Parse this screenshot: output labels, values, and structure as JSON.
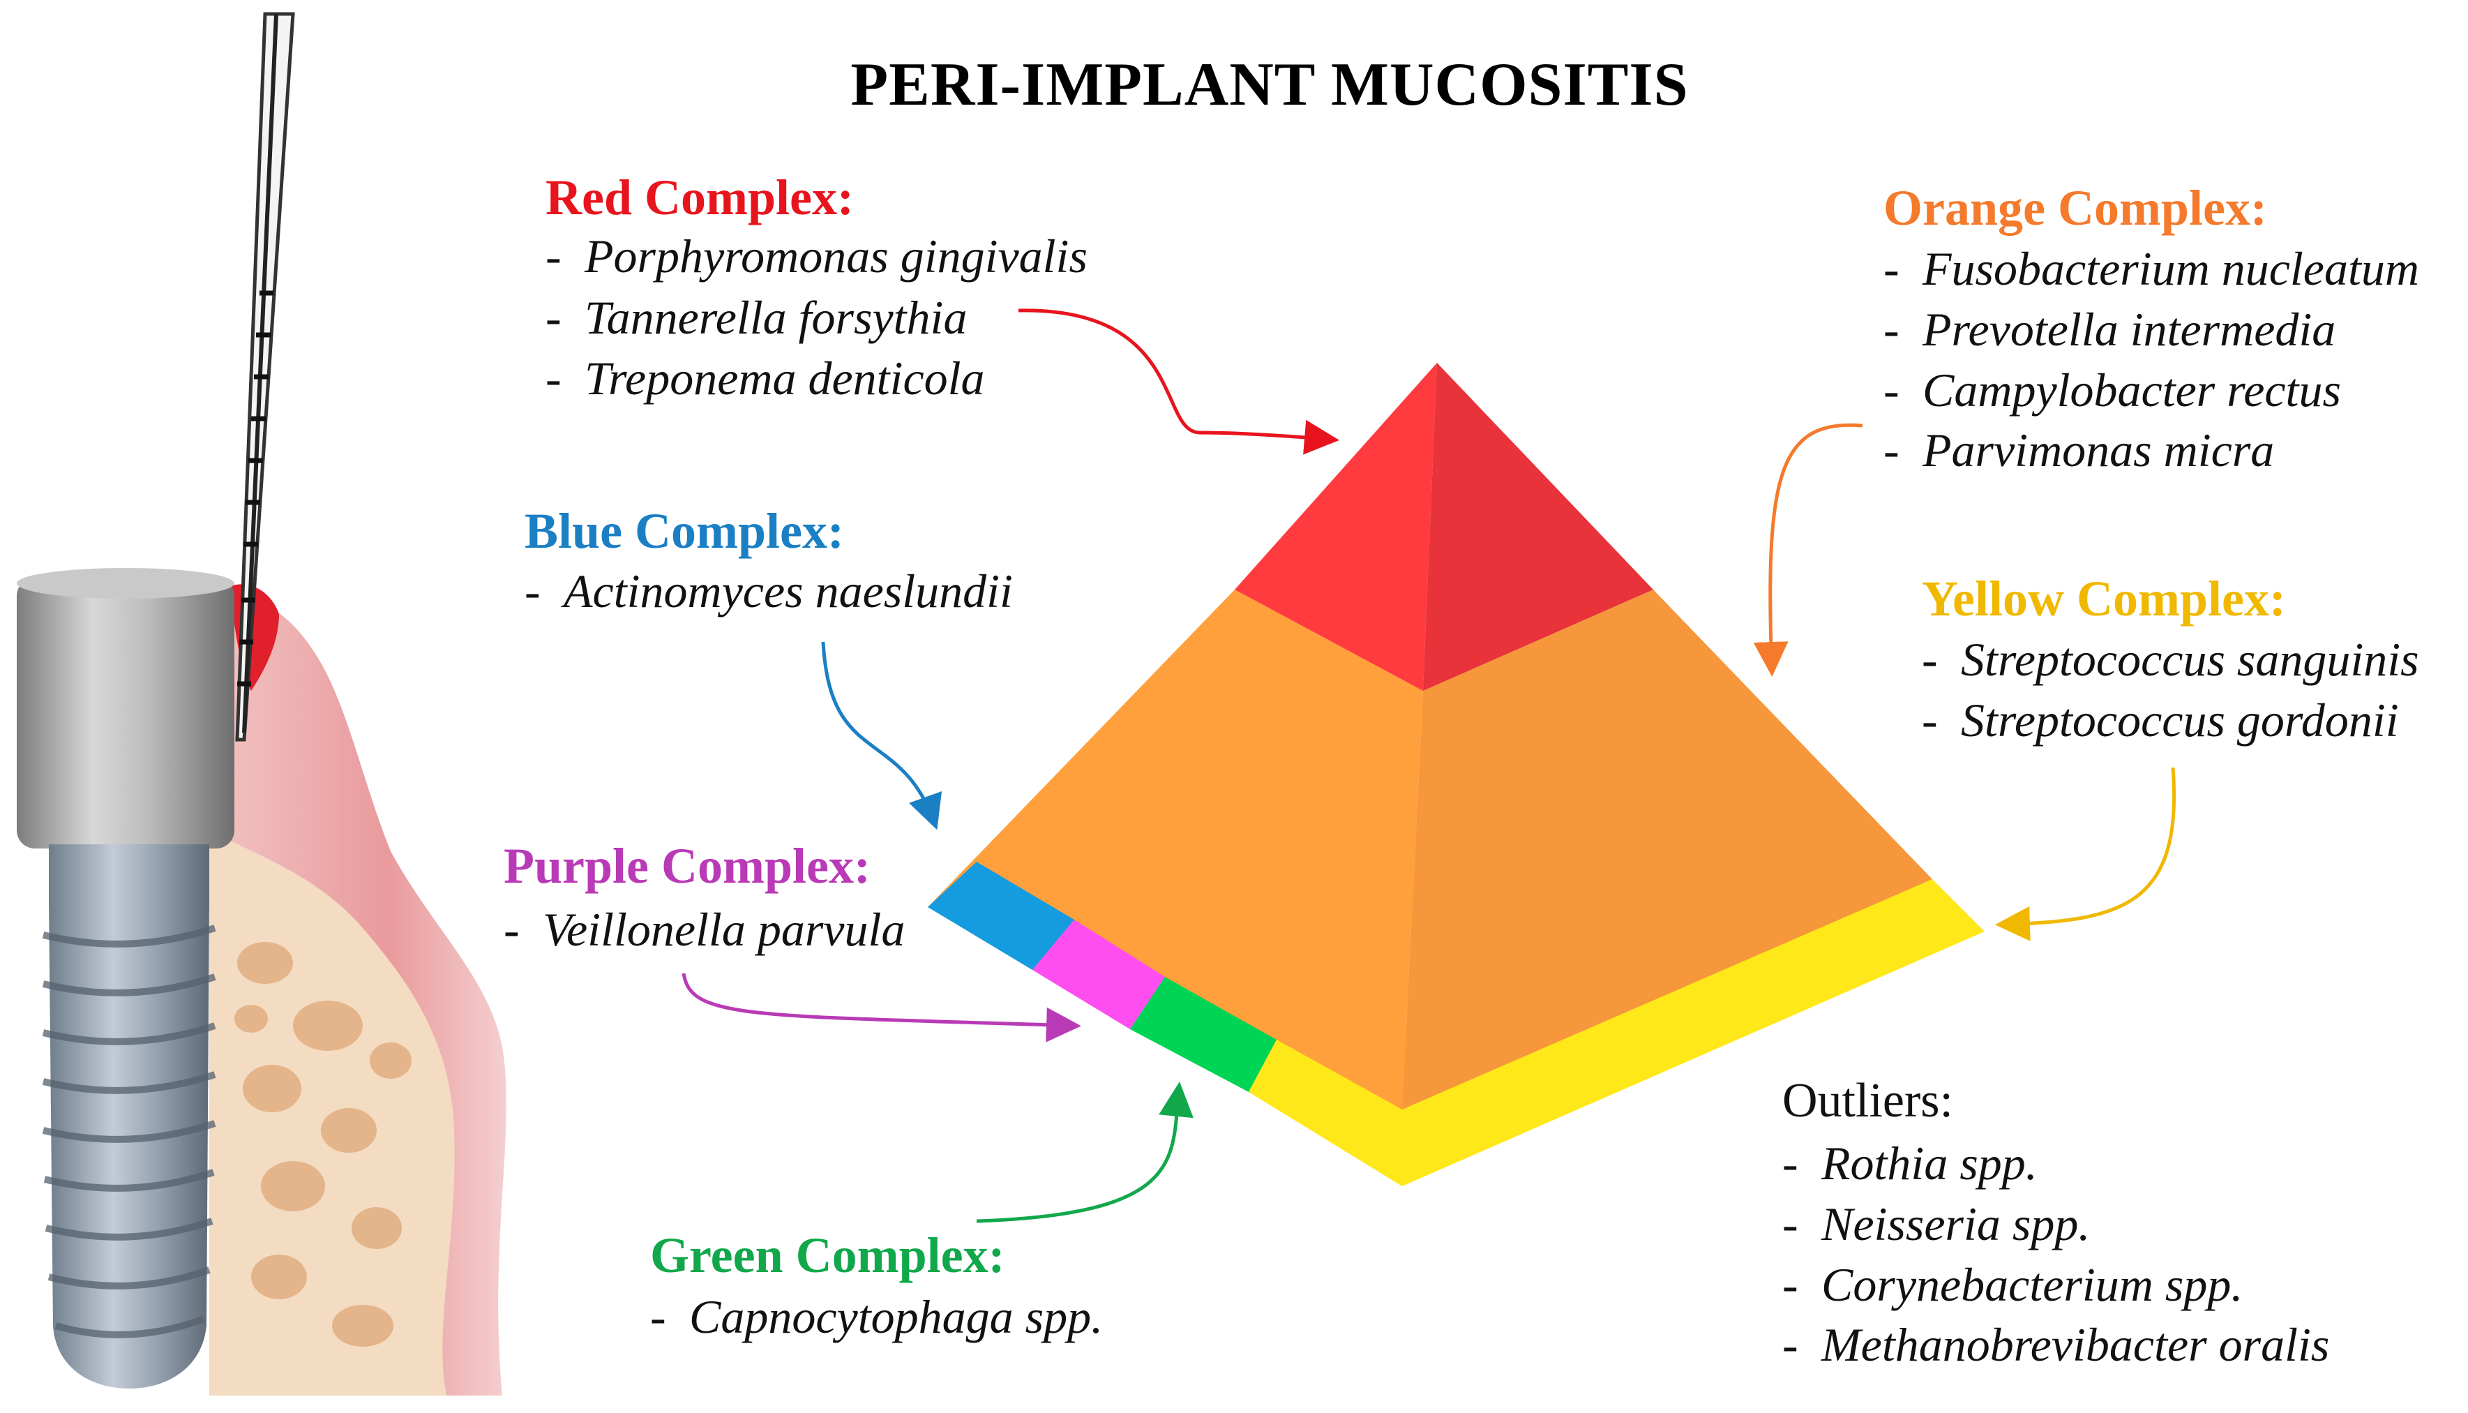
{
  "title": "PERI-IMPLANT MUCOSITIS",
  "colors": {
    "red": "#e8141d",
    "orange": "#f57a2c",
    "yellow": "#f0b800",
    "blue": "#1b7fc4",
    "purple": "#b93ab6",
    "green": "#11a84b",
    "pyramid_red": "#ff3b3f",
    "pyramid_red_dark": "#e8333a",
    "pyramid_orange": "#ffa03c",
    "pyramid_orange_dark": "#f5973a",
    "pyramid_yellow": "#ffe81a",
    "pyramid_blue": "#159be0",
    "pyramid_purple": "#ff4ef0",
    "pyramid_green": "#00d454"
  },
  "complexes": {
    "red": {
      "label": "Red Complex:",
      "dash": "-",
      "items": [
        "Porphyromonas gingivalis",
        "Tannerella forsythia",
        "Treponema denticola"
      ]
    },
    "blue": {
      "label": "Blue Complex:",
      "dash": "-",
      "items": [
        "Actinomyces naeslundii"
      ]
    },
    "purple": {
      "label": "Purple Complex:",
      "dash": "-",
      "items": [
        "Veillonella parvula"
      ]
    },
    "green": {
      "label": "Green Complex:",
      "dash": "-",
      "items": [
        "Capnocytophaga spp."
      ]
    },
    "orange": {
      "label": "Orange Complex:",
      "dash": "-",
      "items": [
        "Fusobacterium nucleatum",
        "Prevotella intermedia",
        "Campylobacter rectus",
        "Parvimonas micra"
      ]
    },
    "yellow": {
      "label": "Yellow Complex:",
      "dash": "-",
      "items": [
        "Streptococcus sanguinis",
        "Streptococcus gordonii"
      ]
    },
    "outliers": {
      "label": "Outliers:",
      "dash": "-",
      "items": [
        "Rothia spp.",
        "Neisseria spp.",
        "Corynebacterium spp.",
        "Methanobrevibacter oralis"
      ]
    }
  },
  "illustration": {
    "implant_icon": "dental-implant-icon",
    "probe_icon": "periodontal-probe-icon"
  }
}
